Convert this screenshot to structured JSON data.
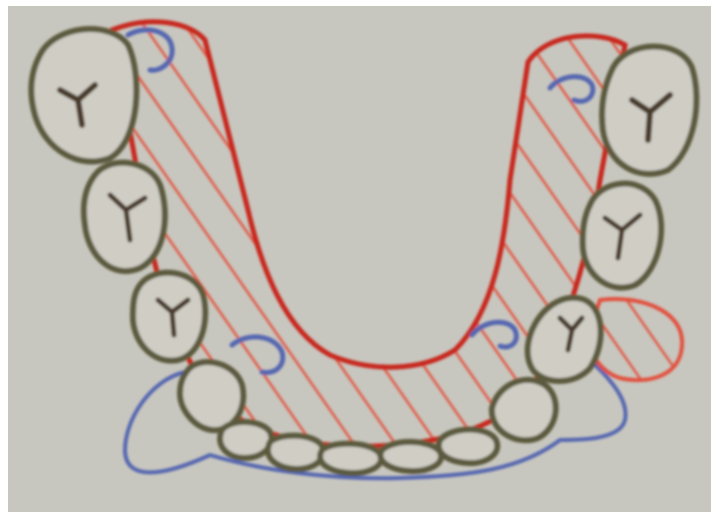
{
  "diagram": {
    "kind": "hand-drawn dental arch sketch (lower jaw, occlusal view)",
    "colors": {
      "background": "#c8c7bf",
      "frame": "#ffffff",
      "tooth_outline": "#5b5a3c",
      "tooth_fill": "#cfcdc4",
      "fissure": "#4a3a2a",
      "denture_base": "#e2503c",
      "denture_outline": "#c8281e",
      "clasp": "#5566b0"
    },
    "teeth": [
      {
        "name": "molar-left-1"
      },
      {
        "name": "molar-left-2"
      },
      {
        "name": "premolar-left"
      },
      {
        "name": "canine-left"
      },
      {
        "name": "incisor-1"
      },
      {
        "name": "incisor-2"
      },
      {
        "name": "incisor-3"
      },
      {
        "name": "incisor-4"
      },
      {
        "name": "incisor-5"
      },
      {
        "name": "canine-right"
      },
      {
        "name": "premolar-right"
      },
      {
        "name": "molar-right-2"
      },
      {
        "name": "molar-right-1"
      }
    ]
  }
}
